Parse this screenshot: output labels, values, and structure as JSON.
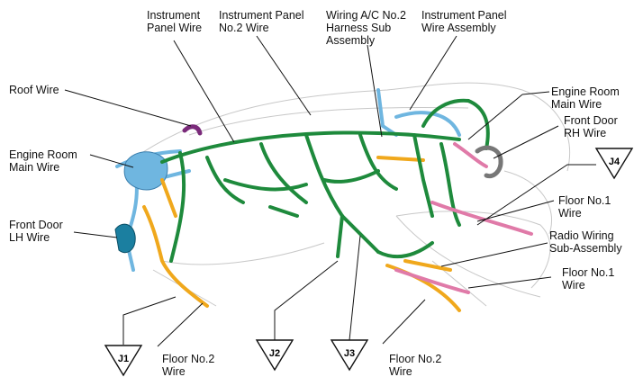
{
  "labels": {
    "instrument_panel_wire": [
      "Instrument",
      "Panel Wire"
    ],
    "instrument_panel_no2_wire": [
      "Instrument Panel",
      "No.2 Wire"
    ],
    "wiring_ac_no2": [
      "Wiring A/C No.2",
      "Harness Sub",
      "Assembly"
    ],
    "instrument_panel_wire_assembly": [
      "Instrument Panel",
      "Wire Assembly"
    ],
    "roof_wire": [
      "Roof Wire"
    ],
    "engine_room_main_wire_right": [
      "Engine Room",
      "Main Wire"
    ],
    "front_door_rh_wire": [
      "Front Door",
      "RH Wire"
    ],
    "engine_room_main_wire_left": [
      "Engine Room",
      "Main Wire"
    ],
    "floor_no1_wire_upper": [
      "Floor No.1",
      "Wire"
    ],
    "front_door_lh_wire": [
      "Front Door",
      "LH Wire"
    ],
    "radio_wiring": [
      "Radio Wiring",
      "Sub-Assembly"
    ],
    "floor_no1_wire_lower": [
      "Floor No.1",
      "Wire"
    ],
    "floor_no2_wire_left": [
      "Floor No.2",
      "Wire"
    ],
    "floor_no2_wire_right": [
      "Floor No.2",
      "Wire"
    ]
  },
  "connectors": {
    "j1": "J1",
    "j2": "J2",
    "j3": "J3",
    "j4": "J4"
  },
  "colors": {
    "green_harness": "#1e8a3c",
    "blue_harness": "#6fb6e0",
    "orange_harness": "#f0a81c",
    "pink_harness": "#e07aa8",
    "purple_harness": "#7a2a7a",
    "gray_harness": "#777777",
    "outline": "#bbbbbb"
  }
}
